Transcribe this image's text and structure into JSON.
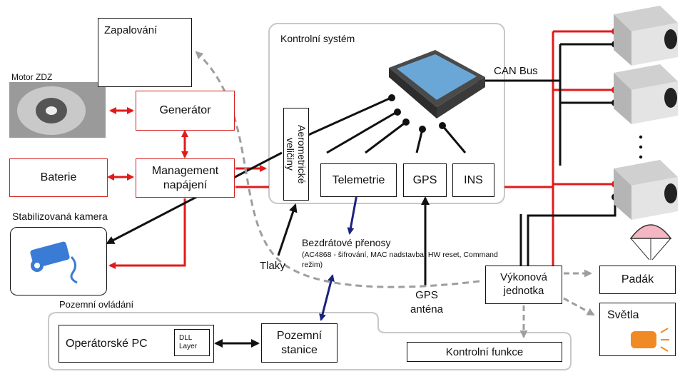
{
  "labels": {
    "motor": "Motor ZDZ",
    "zapalovani": "Zapalování",
    "generator": "Generátor",
    "baterie": "Baterie",
    "management": "Management napájení",
    "kamera": "Stabilizovaná kamera",
    "kontrolni_system": "Kontrolní systém",
    "can_bus": "CAN Bus",
    "aerometricke": "Aerometrické veličiny",
    "telemetrie": "Telemetrie",
    "gps": "GPS",
    "ins": "INS",
    "bezdratove": "Bezdrátové přenosy",
    "bezdratove_detail": "(AC4868 - šifrování, MAC nadstavba, HW reset, Command režim)",
    "tlaky": "Tlaky",
    "gps_antena": "GPS anténa",
    "vykonova": "Výkonová jednotka",
    "padak": "Padák",
    "svetla": "Světla",
    "pozemni_ovladani": "Pozemní ovládání",
    "operatorske_pc": "Operátorské PC",
    "dll_layer": "DLL Layer",
    "pozemni_stanice": "Pozemní stanice",
    "kontrolni_funkce": "Kontrolní funkce"
  },
  "colors": {
    "red": "#e01b1b",
    "black": "#111111",
    "grey": "#9e9e9e",
    "blue": "#1a237e",
    "chip": "#6aa7d6"
  }
}
